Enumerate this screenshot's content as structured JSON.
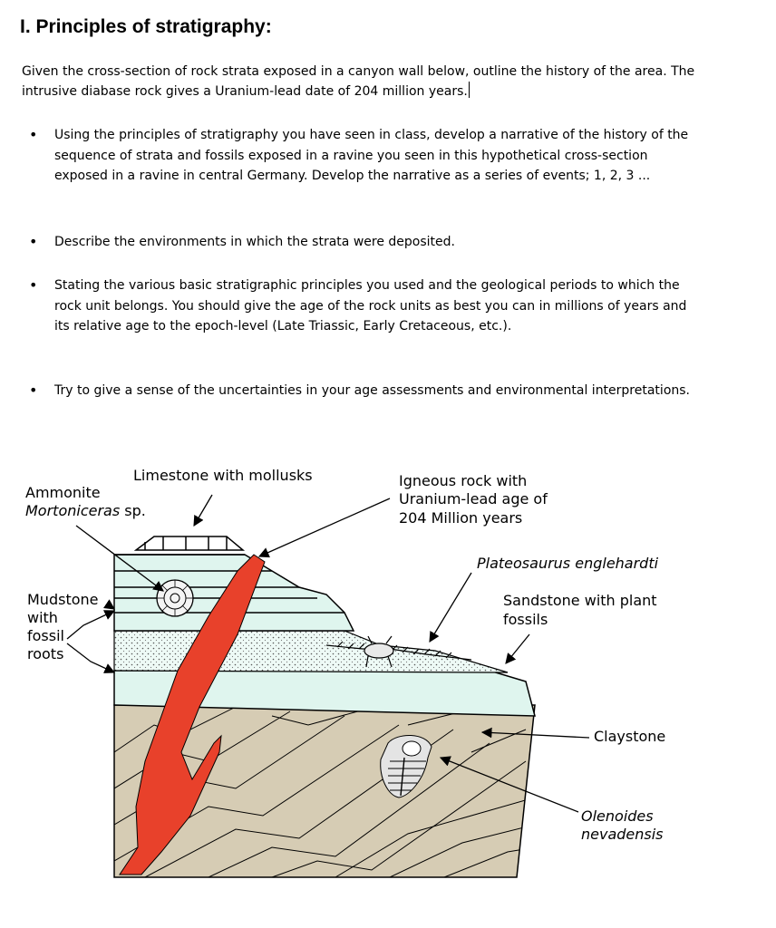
{
  "title": "I. Principles of stratigraphy:",
  "intro": "Given the cross-section of rock strata exposed in a canyon wall below, outline the history of the area. The intrusive diabase rock gives a Uranium-lead date of 204 million years.",
  "bullets": [
    "Using the principles of stratigraphy you have seen in class, develop a narrative of the history of the sequence of strata and fossils exposed in a ravine you seen in this hypothetical cross-section exposed in a ravine in central Germany. Develop the narrative as a series of events; 1, 2, 3 ...",
    "Describe the environments in which the strata were deposited.",
    "Stating the various basic stratigraphic principles you used and the geological periods to which the rock unit belongs. You should give the age of the rock units as best you can in millions of years and its relative age to the epoch-level (Late Triassic, Early Cretaceous, etc.).",
    "Try to give a sense of the uncertainties in your age assessments and environmental interpretations."
  ],
  "figure": {
    "limestone": "Limestone with mollusks",
    "ammonite_1": "Ammonite",
    "ammonite_2": "Mortoniceras",
    "ammonite_3": "sp.",
    "igneous_1": "Igneous rock with",
    "igneous_2": "Uranium-lead age of",
    "igneous_3": "204 Million years",
    "plateosaurus": "Plateosaurus englehardti",
    "mudstone_1": "Mudstone",
    "mudstone_2": "with",
    "mudstone_3": "fossil",
    "mudstone_4": "roots",
    "sandstone_1": "Sandstone with plant",
    "sandstone_2": "fossils",
    "claystone": "Claystone",
    "olenoides_1": "Olenoides",
    "olenoides_2": "nevadensis"
  },
  "colors": {
    "claystone": "#d6ccb4",
    "mudstone": "#dff5ee",
    "sandstone": "#eefaf6",
    "dike": "#e8412b",
    "outline": "#000000"
  }
}
